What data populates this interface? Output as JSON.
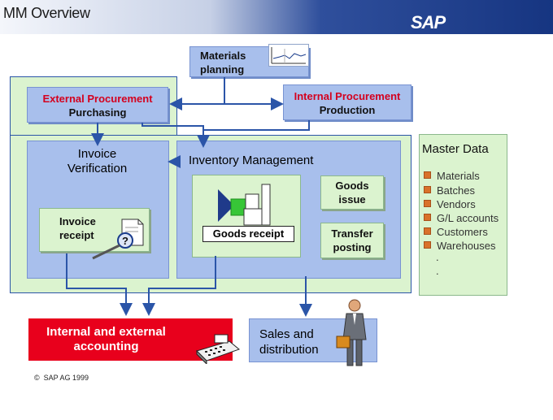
{
  "header": {
    "title": "MM Overview",
    "logo": "SAP"
  },
  "nodes": {
    "materials_planning": [
      "Materials",
      "planning"
    ],
    "external_procurement": {
      "line1": "External Procurement",
      "line2": "Purchasing"
    },
    "internal_procurement": {
      "line1": "Internal Procurement",
      "line2": "Production"
    },
    "invoice_verification": [
      "Invoice",
      "Verification"
    ],
    "inventory_management": "Inventory Management",
    "invoice_receipt": [
      "Invoice",
      "receipt"
    ],
    "goods_receipt": "Goods receipt",
    "goods_issue": [
      "Goods",
      "issue"
    ],
    "transfer_posting": [
      "Transfer",
      "posting"
    ],
    "accounting": [
      "Internal and external",
      "accounting"
    ],
    "sales_distribution": [
      "Sales and",
      "distribution"
    ]
  },
  "master_data": {
    "title": "Master Data",
    "items": [
      "Materials",
      "Batches",
      "Vendors",
      "G/L accounts",
      "Customers",
      "Warehouses"
    ],
    "ellipsis": [
      ".",
      "."
    ]
  },
  "footer": {
    "copyright": "SAP AG 1999"
  },
  "colors": {
    "blue_box": "#a8bfec",
    "green_area": "#dbf3cf",
    "red_box": "#e8001c",
    "accent_red_text": "#d4001e",
    "connector": "#2b55a8",
    "bullet": "#d9712a"
  }
}
